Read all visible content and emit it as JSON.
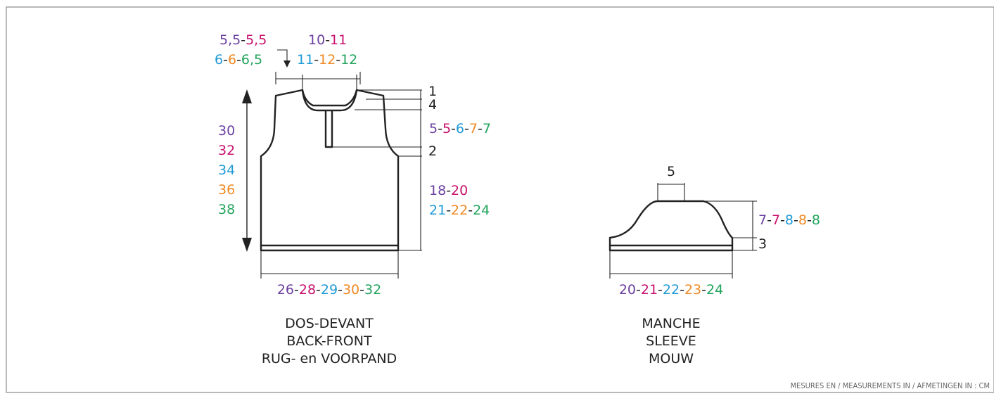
{
  "colors": {
    "size1": "#6b3fa0",
    "size2": "#c8106e",
    "size3": "#1f9ad6",
    "size4": "#f08a24",
    "size5": "#22a45d",
    "ink": "#222222",
    "border": "#8a8a8a"
  },
  "body_piece": {
    "title_fr": "DOS-DEVANT",
    "title_en": "BACK-FRONT",
    "title_nl": "RUG- en VOORPAND",
    "shoulder": {
      "parts": [
        {
          "t": "5,5",
          "c": "size1"
        },
        {
          "t": "-",
          "c": "ink"
        },
        {
          "t": "5,5",
          "c": "size2"
        }
      ]
    },
    "shoulder2": {
      "parts": [
        {
          "t": "6",
          "c": "size3"
        },
        {
          "t": "-",
          "c": "ink"
        },
        {
          "t": "6",
          "c": "size4"
        },
        {
          "t": "-",
          "c": "ink"
        },
        {
          "t": "6,5",
          "c": "size5"
        }
      ]
    },
    "neck": {
      "parts": [
        {
          "t": "10",
          "c": "size1"
        },
        {
          "t": "-",
          "c": "ink"
        },
        {
          "t": "11",
          "c": "size2"
        }
      ]
    },
    "neck2": {
      "parts": [
        {
          "t": "11",
          "c": "size3"
        },
        {
          "t": "-",
          "c": "ink"
        },
        {
          "t": "12",
          "c": "size4"
        },
        {
          "t": "-",
          "c": "ink"
        },
        {
          "t": "12",
          "c": "size5"
        }
      ]
    },
    "total_height": [
      {
        "t": "30",
        "c": "size1"
      },
      {
        "t": "32",
        "c": "size2"
      },
      {
        "t": "34",
        "c": "size3"
      },
      {
        "t": "36",
        "c": "size4"
      },
      {
        "t": "38",
        "c": "size5"
      }
    ],
    "neck_rise": "1",
    "neck_depth": "4",
    "armhole": {
      "parts": [
        {
          "t": "5",
          "c": "size1"
        },
        {
          "t": "-",
          "c": "ink"
        },
        {
          "t": "5",
          "c": "size2"
        },
        {
          "t": "-",
          "c": "ink"
        },
        {
          "t": "6",
          "c": "size3"
        },
        {
          "t": "-",
          "c": "ink"
        },
        {
          "t": "7",
          "c": "size4"
        },
        {
          "t": "-",
          "c": "ink"
        },
        {
          "t": "7",
          "c": "size5"
        }
      ]
    },
    "underarm_step": "2",
    "side": {
      "parts": [
        {
          "t": "18",
          "c": "size1"
        },
        {
          "t": "-",
          "c": "ink"
        },
        {
          "t": "20",
          "c": "size2"
        }
      ]
    },
    "side2": {
      "parts": [
        {
          "t": "21",
          "c": "size3"
        },
        {
          "t": "-",
          "c": "ink"
        },
        {
          "t": "22",
          "c": "size4"
        },
        {
          "t": "-",
          "c": "ink"
        },
        {
          "t": "24",
          "c": "size5"
        }
      ]
    },
    "width": {
      "parts": [
        {
          "t": "26",
          "c": "size1"
        },
        {
          "t": "-",
          "c": "ink"
        },
        {
          "t": "28",
          "c": "size2"
        },
        {
          "t": "-",
          "c": "ink"
        },
        {
          "t": "29",
          "c": "size3"
        },
        {
          "t": "-",
          "c": "ink"
        },
        {
          "t": "30",
          "c": "size4"
        },
        {
          "t": "-",
          "c": "ink"
        },
        {
          "t": "32",
          "c": "size5"
        }
      ]
    }
  },
  "sleeve_piece": {
    "title_fr": "MANCHE",
    "title_en": "SLEEVE",
    "title_nl": "MOUW",
    "top": "5",
    "cap": {
      "parts": [
        {
          "t": "7",
          "c": "size1"
        },
        {
          "t": "-",
          "c": "ink"
        },
        {
          "t": "7",
          "c": "size2"
        },
        {
          "t": "-",
          "c": "ink"
        },
        {
          "t": "8",
          "c": "size3"
        },
        {
          "t": "-",
          "c": "ink"
        },
        {
          "t": "8",
          "c": "size4"
        },
        {
          "t": "-",
          "c": "ink"
        },
        {
          "t": "8",
          "c": "size5"
        }
      ]
    },
    "cuff": "3",
    "width": {
      "parts": [
        {
          "t": "20",
          "c": "size1"
        },
        {
          "t": "-",
          "c": "ink"
        },
        {
          "t": "21",
          "c": "size2"
        },
        {
          "t": "-",
          "c": "ink"
        },
        {
          "t": "22",
          "c": "size3"
        },
        {
          "t": "-",
          "c": "ink"
        },
        {
          "t": "23",
          "c": "size4"
        },
        {
          "t": "-",
          "c": "ink"
        },
        {
          "t": "24",
          "c": "size5"
        }
      ]
    }
  },
  "footer": "MESURES EN / MEASUREMENTS IN / AFMETINGEN IN  : CM"
}
